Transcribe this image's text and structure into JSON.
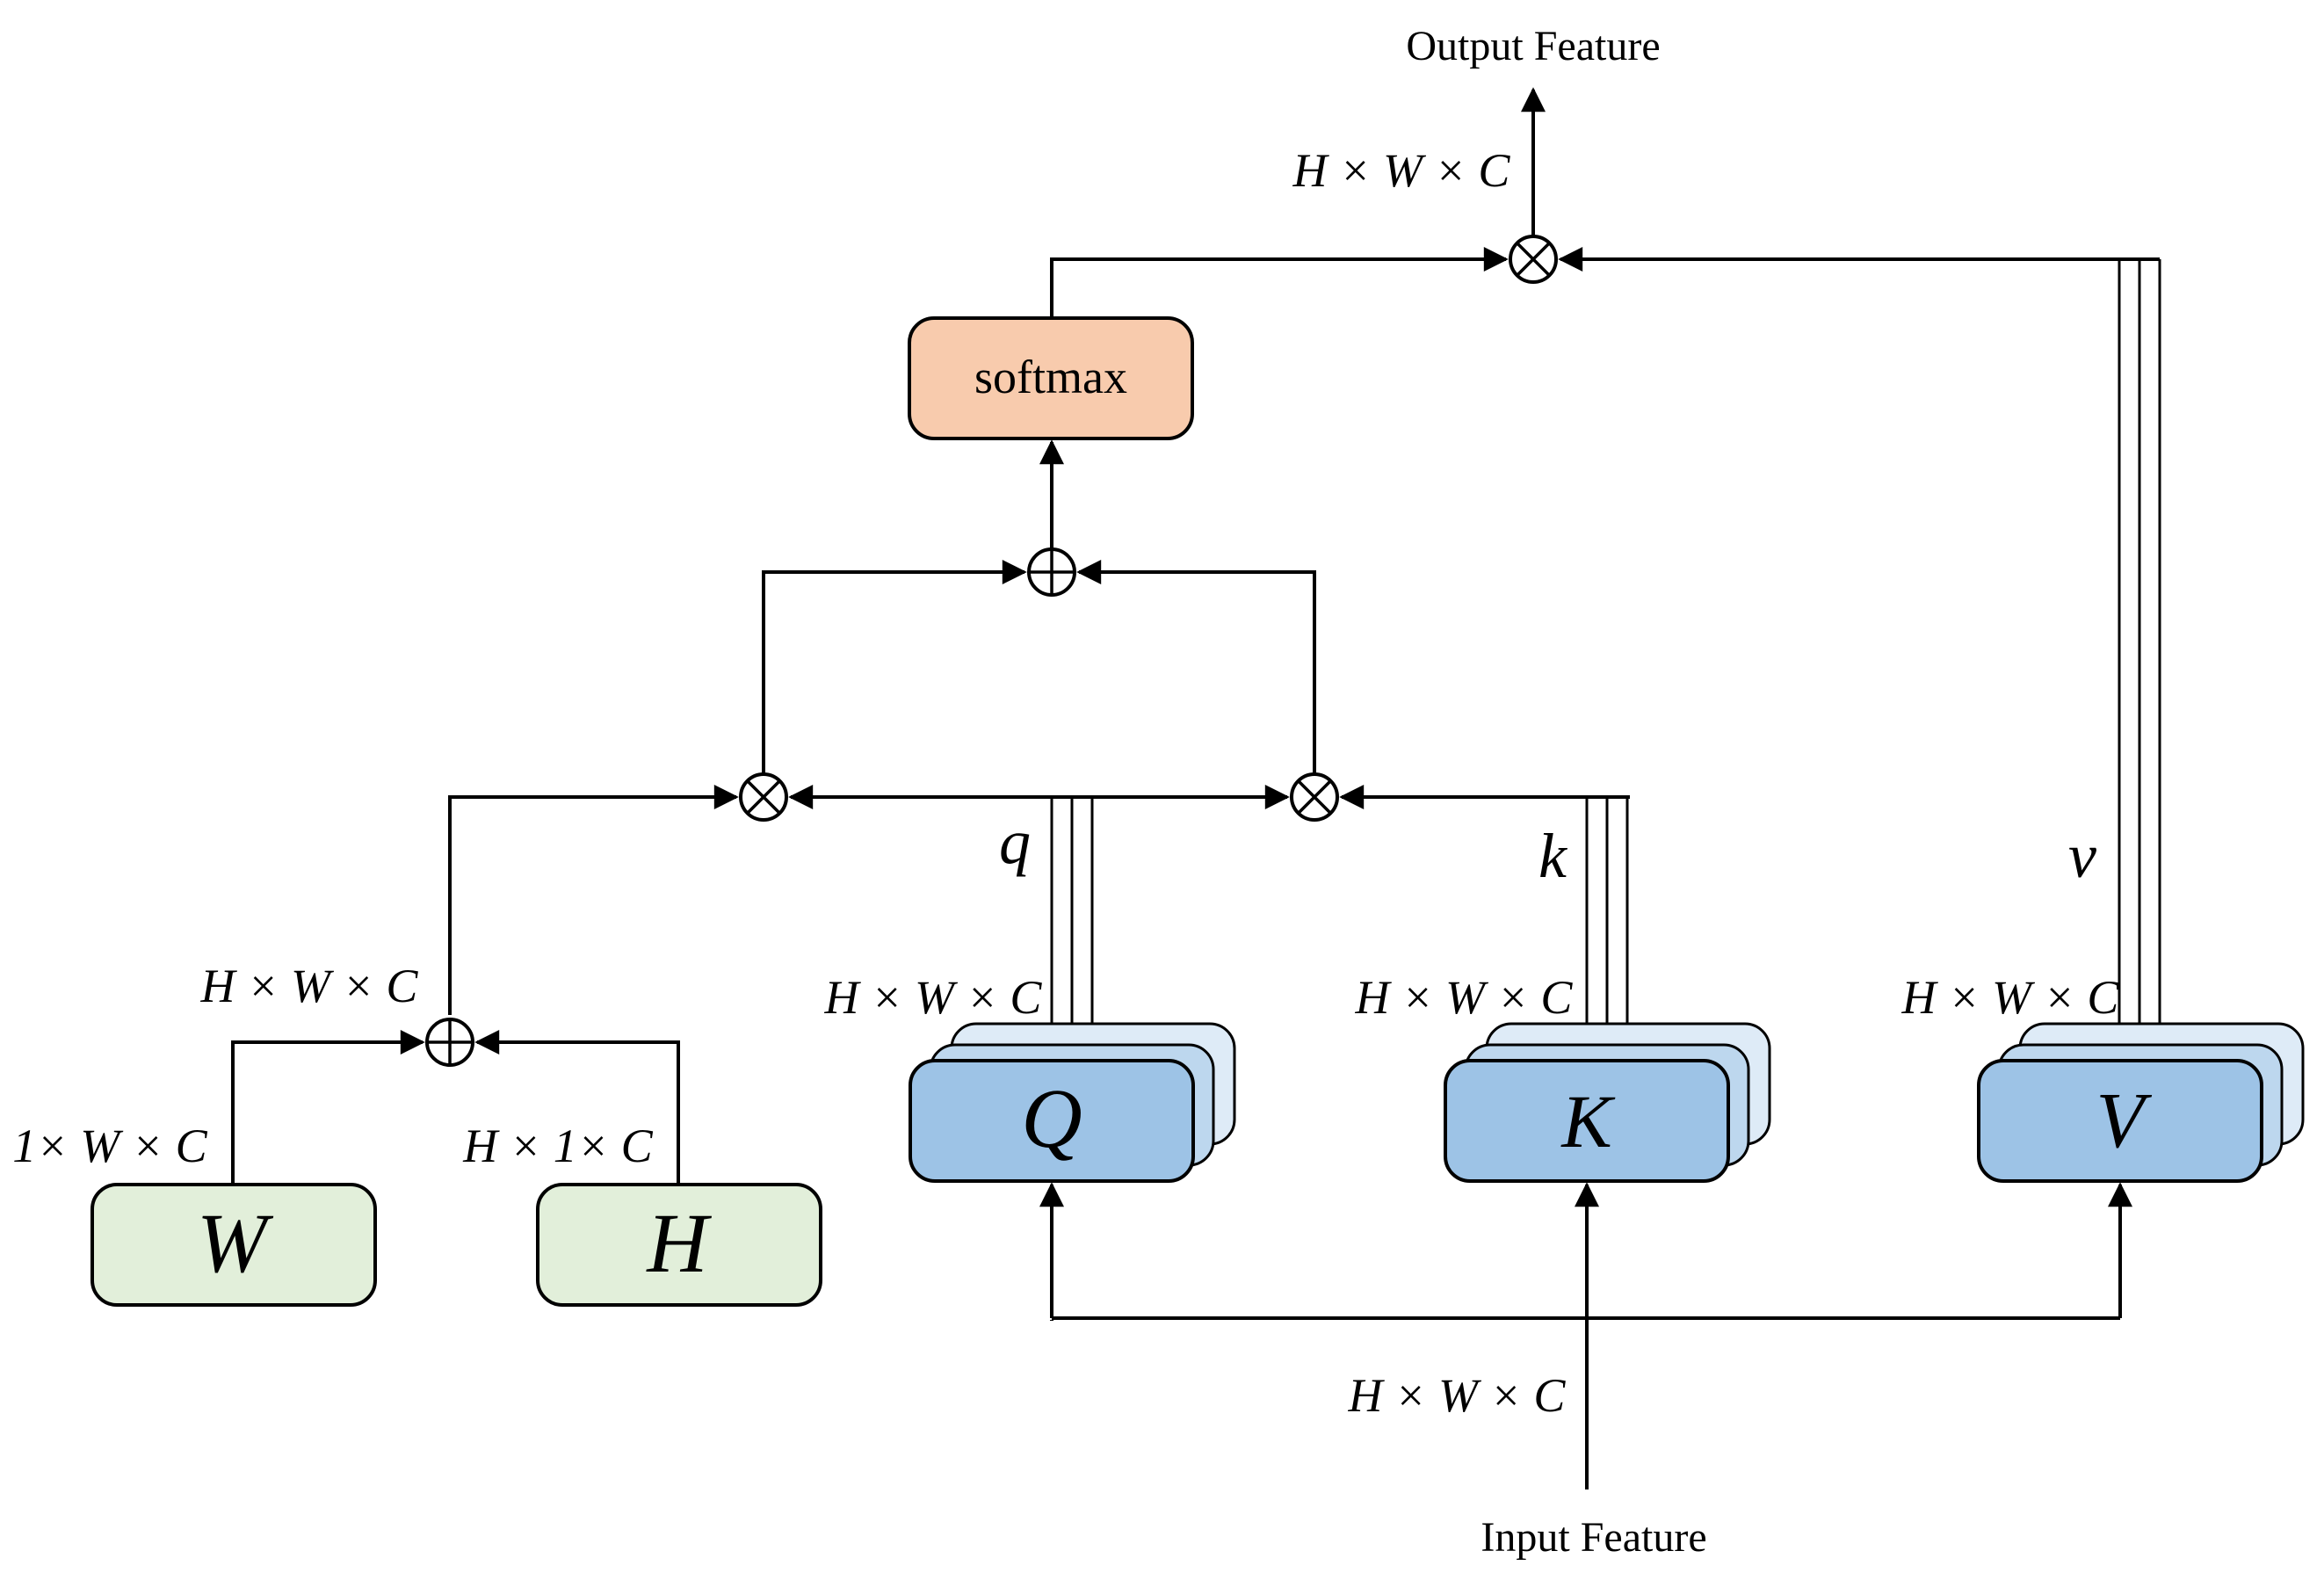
{
  "labels": {
    "output_feature": "Output Feature",
    "input_feature": "Input Feature",
    "softmax": "softmax",
    "dim_output": "H × W × C",
    "dim_input": "H × W × C",
    "dim_pos_sum": "H × W × C",
    "dim_w": "1× W × C",
    "dim_h": "H × 1× C",
    "dim_q": "H × W × C",
    "dim_k": "H × W × C",
    "dim_v": "H × W × C",
    "q_lower": "q",
    "k_lower": "k",
    "v_lower": "v",
    "box_q": "Q",
    "box_k": "K",
    "box_v": "V",
    "box_w": "W",
    "box_h": "H"
  },
  "colors": {
    "softmax_fill": "#f8cbad",
    "qkv_fill": "#9dc3e6",
    "qkv_back_fill": "#deebf7",
    "pos_fill": "#e2efda"
  },
  "operators": {
    "multiply": "⊗",
    "add": "⊕"
  }
}
